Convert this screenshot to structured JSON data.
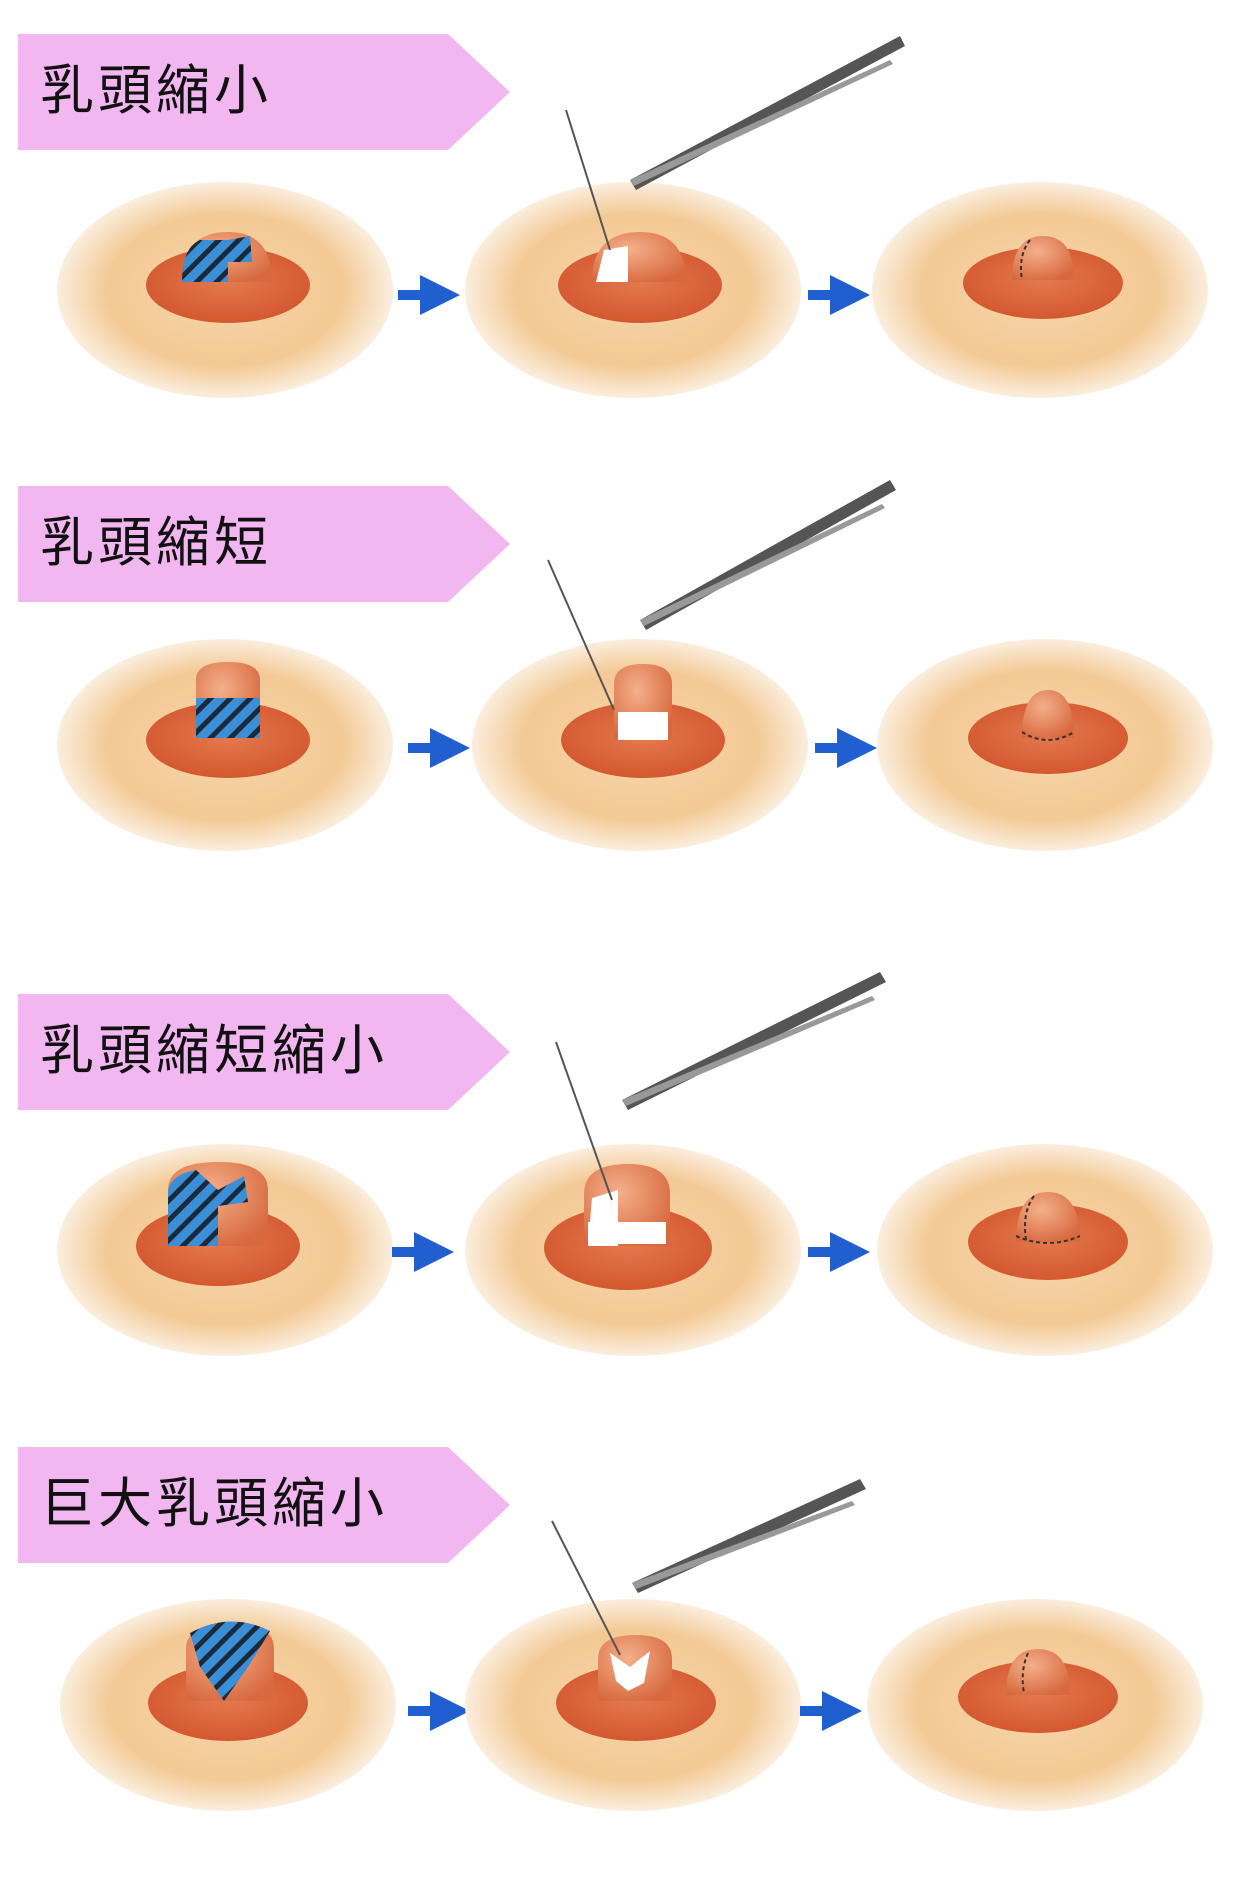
{
  "sections": [
    {
      "title": "乳頭縮小"
    },
    {
      "title": "乳頭縮短"
    },
    {
      "title": "乳頭縮短縮小"
    },
    {
      "title": "巨大乳頭縮小"
    }
  ],
  "colors": {
    "banner": "#f2b6f0",
    "areola": "#f4cf9e",
    "nipple": "#d9663f",
    "arrow": "#1f5fd0",
    "hatch": "#3a8fd6"
  }
}
